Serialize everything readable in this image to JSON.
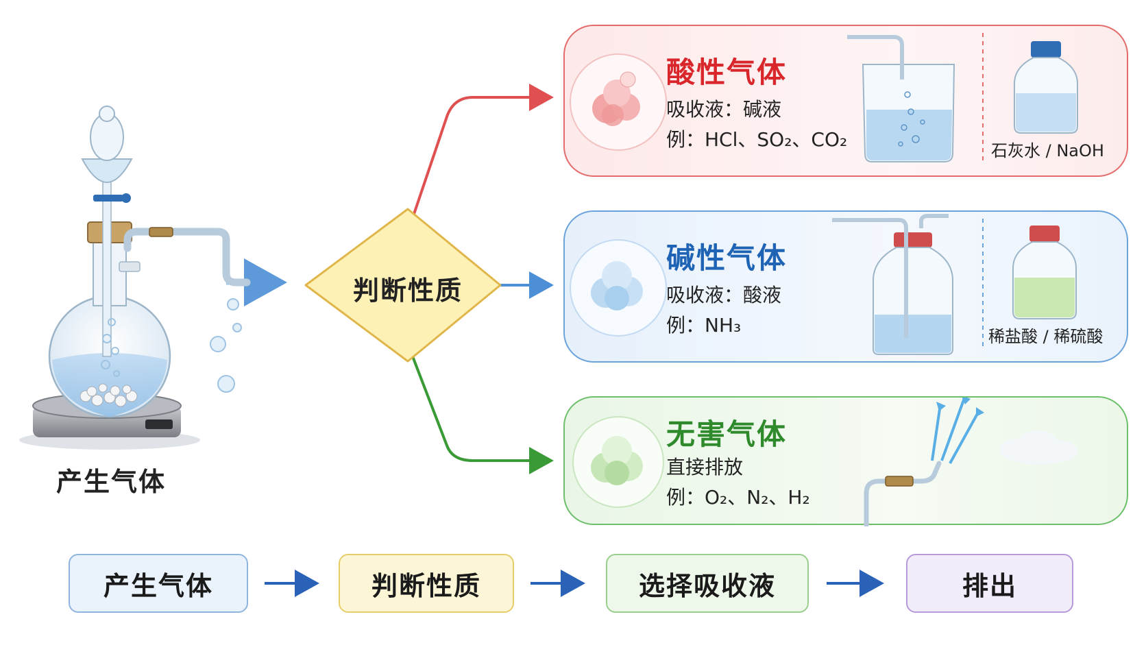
{
  "source": {
    "label": "产生气体"
  },
  "decision": {
    "label": "判断性质"
  },
  "branches": [
    {
      "title": "酸性气体",
      "absorbent": "吸收液：碱液",
      "examples": "例：HCl、SO₂、CO₂",
      "caption": "石灰水 / NaOH",
      "color": "#d8262b"
    },
    {
      "title": "碱性气体",
      "absorbent": "吸收液：酸液",
      "examples": "例：NH₃",
      "caption": "稀盐酸 / 稀硫酸",
      "color": "#1f64b4"
    },
    {
      "title": "无害气体",
      "absorbent": "直接排放",
      "examples": "例：O₂、N₂、H₂",
      "color": "#2f8a2c"
    }
  ],
  "flow_steps": [
    {
      "label": "产生气体"
    },
    {
      "label": "判断性质"
    },
    {
      "label": "选择吸收液"
    },
    {
      "label": "排出"
    }
  ],
  "colors": {
    "acid": "#e05050",
    "base": "#4d8fd6",
    "safe": "#3a9a36",
    "decision_fill": "#fdf1b6",
    "decision_border": "#e0b64a"
  }
}
